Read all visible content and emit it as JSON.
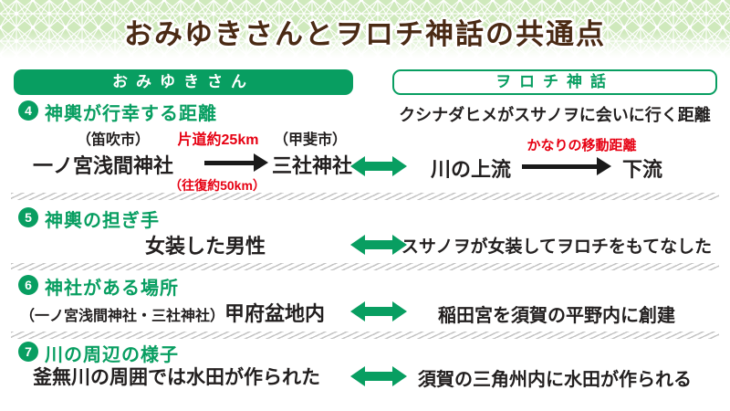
{
  "title": "おみゆきさんとヲロチ神話の共通点",
  "columns": {
    "left": "おみゆきさん",
    "right": "ヲロチ神話"
  },
  "colors": {
    "accent_green": "#089e61",
    "accent_red": "#e60012",
    "title_brown": "#4a2a14",
    "text_black": "#221f1f"
  },
  "sections": [
    {
      "number": "4",
      "heading": "神輿が行幸する距離",
      "right_title": "クシナダヒメがスサノヲに会いに行く距離",
      "left": {
        "from_city": "（笛吹市）",
        "distance_one_way": "片道約25km",
        "to_city": "（甲斐市）",
        "from": "一ノ宮浅間神社",
        "to": "三社神社",
        "distance_round_trip": "（往復約50km）"
      },
      "right": {
        "note": "かなりの移動距離",
        "from": "川の上流",
        "to": "下流"
      }
    },
    {
      "number": "5",
      "heading": "神輿の担ぎ手",
      "left_text": "女装した男性",
      "right_text": "スサノヲが女装してヲロチをもてなした"
    },
    {
      "number": "6",
      "heading": "神社がある場所",
      "left_note": "（一ノ宮浅間神社・三社神社）",
      "left_text": "甲府盆地内",
      "right_text": "稲田宮を須賀の平野内に創建"
    },
    {
      "number": "7",
      "heading": "川の周辺の様子",
      "left_text": "釜無川の周囲では水田が作られた",
      "right_text": "須賀の三角州内に水田が作られる"
    }
  ]
}
